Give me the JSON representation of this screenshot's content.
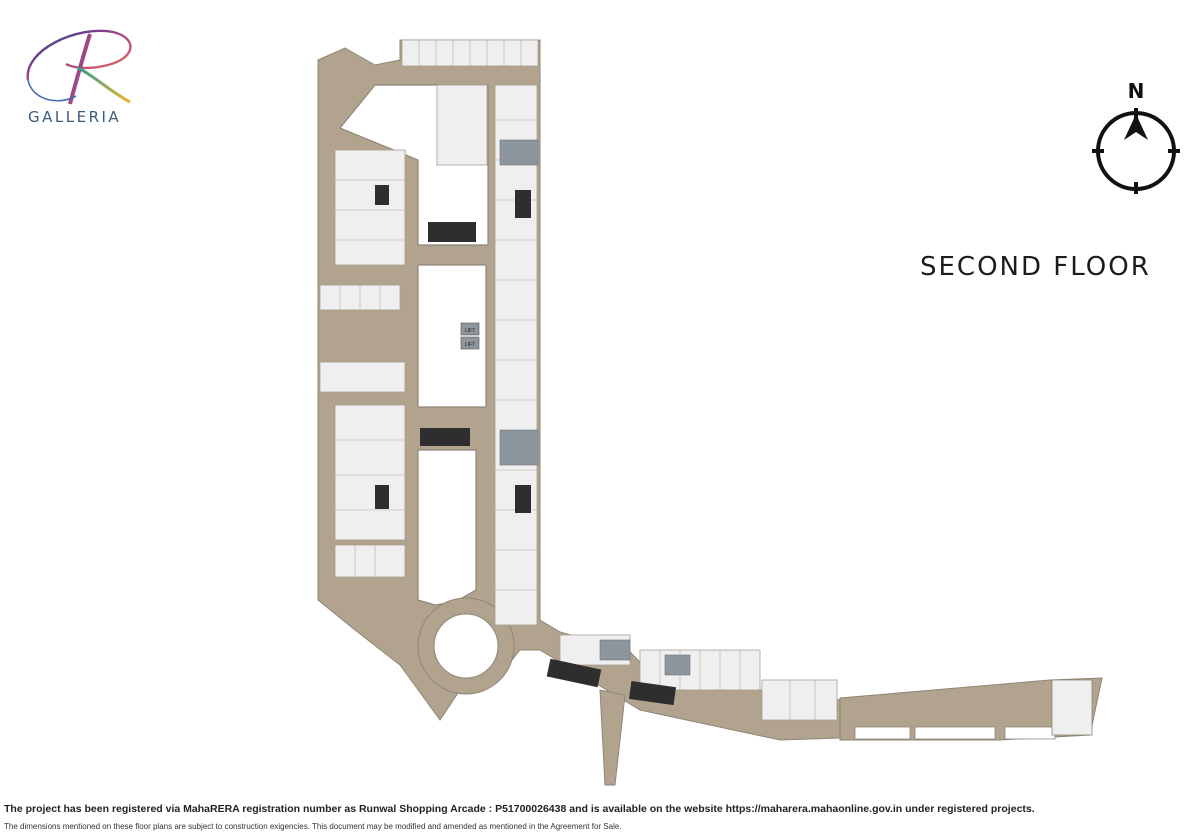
{
  "brand": {
    "logo_word": "GALLERIA",
    "logo_letter": "R"
  },
  "compass": {
    "north_label": "N"
  },
  "floor_title": "SECOND FLOOR",
  "plan": {
    "lift_labels": [
      "LIFT",
      "LIFT"
    ],
    "colors": {
      "corridor": "#b2a38f",
      "shop": "#efefef",
      "void": "#ffffff",
      "wall": "#8f8578",
      "washroom": "#8c969c",
      "stair": "#2e2e2e"
    }
  },
  "footer": {
    "line1": "The project has been registered via MahaRERA registration number as Runwal Shopping Arcade : P51700026438 and is available on the website https://maharera.mahaonline.gov.in under registered projects.",
    "line2": "The dimensions mentioned on these floor plans are subject to construction exigencies. This document may be modified and amended as mentioned in the Agreement for Sale."
  }
}
